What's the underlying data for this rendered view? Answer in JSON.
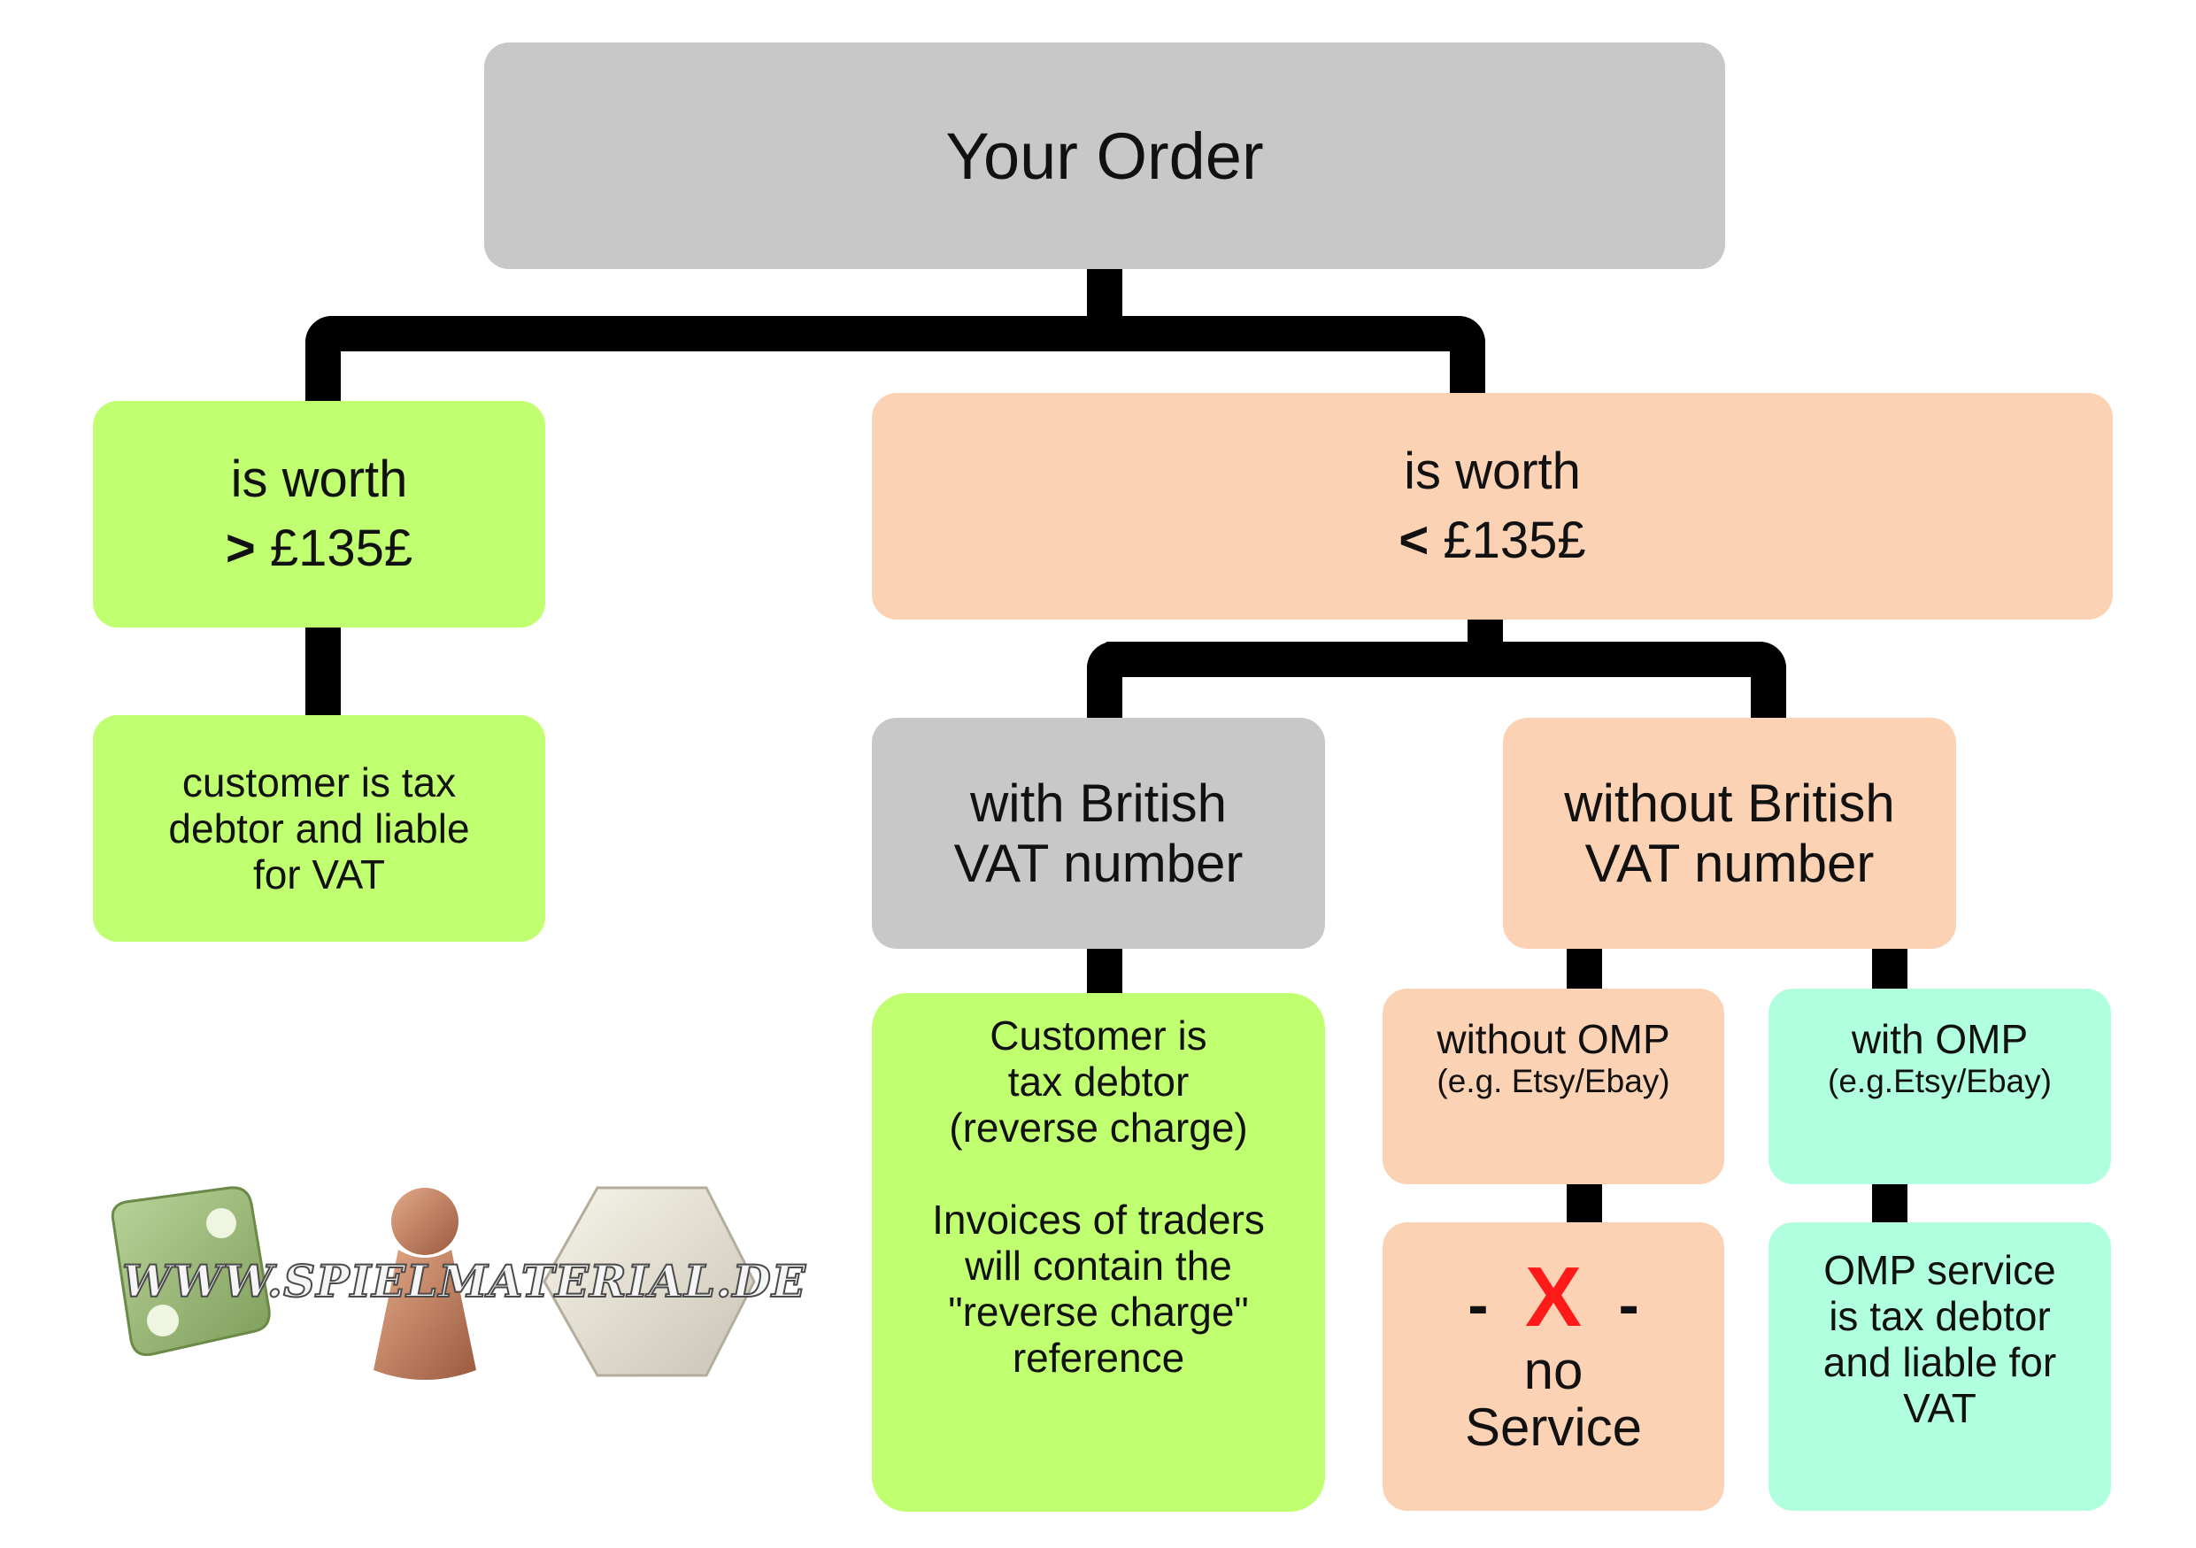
{
  "root": {
    "title": "Your Order"
  },
  "left_branch": {
    "label": "is worth",
    "value_prefix": "> ",
    "value_amount": "£135£",
    "result": [
      "customer is tax",
      "debtor and liable",
      "for VAT"
    ]
  },
  "right_branch": {
    "label": "is worth",
    "value_prefix": "< ",
    "value_amount": "£135£",
    "with_vat": {
      "label": [
        "with British",
        "VAT number"
      ],
      "result": [
        "Customer is",
        "tax debtor",
        "(reverse charge)",
        "",
        "Invoices of traders",
        "will contain the",
        "\"reverse charge\"",
        "reference"
      ]
    },
    "without_vat": {
      "label": [
        "without British",
        "VAT number"
      ],
      "without_omp": {
        "label": "without OMP",
        "example": "(e.g. Etsy/Ebay)",
        "result_symbol_left": "-",
        "result_symbol": "X",
        "result_symbol_right": "-",
        "result_text": [
          "no",
          "Service"
        ]
      },
      "with_omp": {
        "label": "with OMP",
        "example": "(e.g.Etsy/Ebay)",
        "result": [
          "OMP service",
          "is tax debtor",
          "and liable for",
          "VAT"
        ]
      }
    }
  },
  "logo": {
    "text": "WWW.SPIELMATERIAL.DE"
  },
  "colors": {
    "gray": "#c8c8c8",
    "green": "#c0ff70",
    "peach": "#fcd2b4",
    "mint": "#b0ffdf",
    "x_mark": "#ff1a1a",
    "connector": "#000000"
  }
}
